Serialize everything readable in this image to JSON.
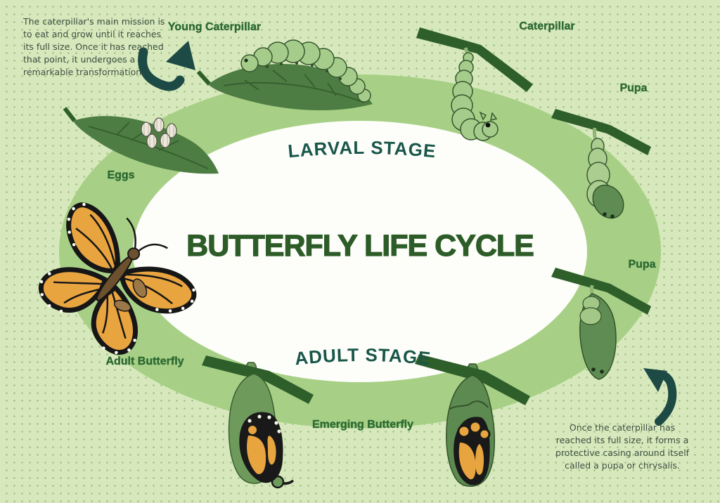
{
  "title": "BUTTERFLY LIFE CYCLE",
  "stage_labels": {
    "larval": "LARVAL STAGE",
    "adult": "ADULT STAGE"
  },
  "cycle_labels": {
    "young_caterpillar": "Young Caterpillar",
    "caterpillar": "Caterpillar",
    "pupa_top": "Pupa",
    "pupa_right": "Pupa",
    "eggs": "Eggs",
    "adult_butterfly": "Adult Butterfly",
    "emerging_butterfly": "Emerging Butterfly"
  },
  "notes": {
    "top_left_lines": [
      "The caterpillar's main mission is",
      "to eat and grow until it reaches",
      "its full size. Once it has reached",
      "that point, it undergoes a",
      "remarkable transformation."
    ],
    "bottom_right_lines": [
      "Once the caterpillar has",
      "reached its full size, it forms a",
      "protective casing around itself",
      "called a pupa or chrysalis."
    ]
  },
  "illustrations": {
    "top_center": "young-caterpillar-on-leaf",
    "top_right": "caterpillar-hanging-from-branch",
    "right_upper": "pupa-hanging-light-green",
    "right_lower": "pupa-hanging-dark-green",
    "left_upper": "eggs-on-leaf",
    "left_lower": "adult-monarch-butterfly",
    "bottom_left": "emerging-butterfly-chrysalis",
    "bottom_right": "emerging-butterfly-chrysalis"
  },
  "icons": {
    "top_left_arrow": "curved-arrow-up-right-icon",
    "bottom_right_arrow": "curved-arrow-up-left-icon"
  },
  "colors": {
    "background": "#d7e9bc",
    "dot_grid": "#a9c78e",
    "ring_green": "#a7d086",
    "center_white": "#fdfef9",
    "title_green": "#2d5c28",
    "stage_teal": "#19564a",
    "label_green": "#2e6a33",
    "note_text": "#3f4f44",
    "arrow_teal": "#1d4a45",
    "branch_green": "#2e5e2a",
    "leaf_green": "#4e7d44",
    "caterpillar_green": "#a6cc8b",
    "pupa_dark_green": "#5f8c53",
    "chrysalis_green": "#6e9b5c",
    "butterfly_orange": "#e8a43f",
    "outline_black": "#161616",
    "egg_white": "#ede8db"
  }
}
